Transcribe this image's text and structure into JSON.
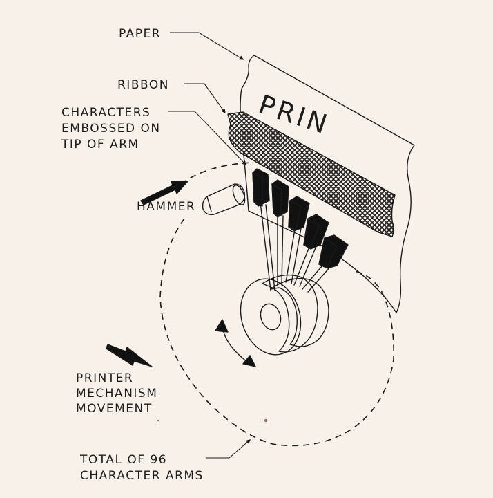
{
  "labels": {
    "paper": "PAPER",
    "ribbon": "RIBBON",
    "characters": [
      "CHARACTERS",
      "EMBOSSED ON",
      "TIP OF ARM"
    ],
    "hammer": "HAMMER",
    "movement": [
      "PRINTER",
      "MECHANISM",
      "MOVEMENT"
    ],
    "arms": [
      "TOTAL OF 96",
      "CHARACTER ARMS"
    ]
  },
  "paper_text": "PRIN",
  "colors": {
    "background": "#f7f1ea",
    "ink": "#1a1a1a",
    "ribbon_fill": "#2a2a2a"
  }
}
